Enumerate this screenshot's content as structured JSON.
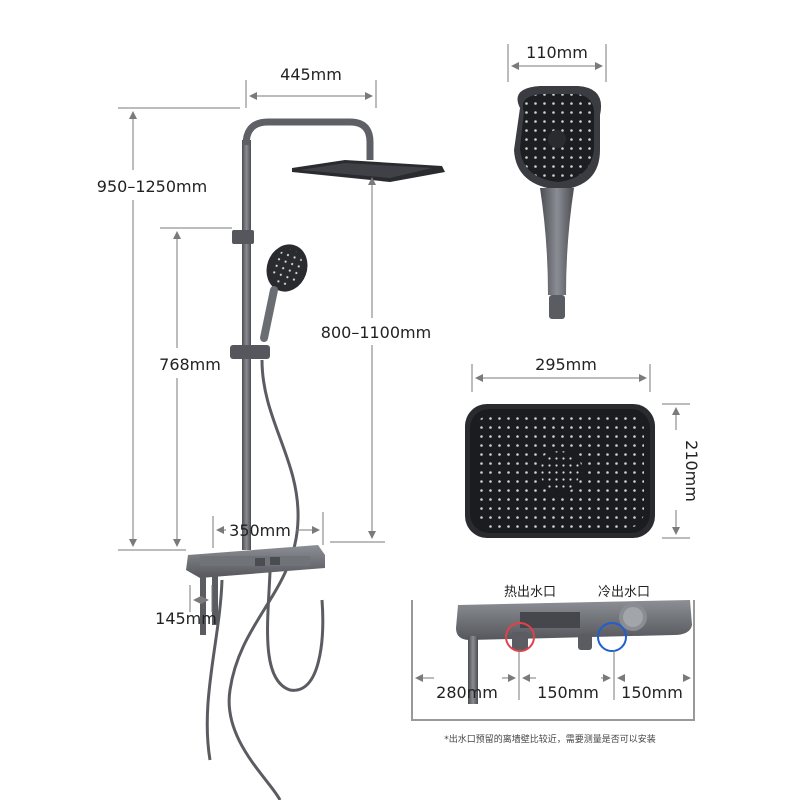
{
  "dimensions": {
    "overall_width": "445mm",
    "overall_height": "950–1250mm",
    "bar_height": "800–1100mm",
    "lower_height": "768mm",
    "shelf_width": "350mm",
    "outlet_to_wall": "145mm",
    "handheld_width": "110mm",
    "top_head_width": "295mm",
    "top_head_depth": "210mm",
    "inlet_left": "280mm",
    "inlet_spacing_1": "150mm",
    "inlet_spacing_2": "150mm"
  },
  "labels": {
    "hot_outlet": "热出水口",
    "cold_outlet": "冷出水口"
  },
  "note": "*出水口预留的离墙壁比较近，需要测量是否可以安装",
  "colors": {
    "metal": "#5e6066",
    "metal_dark": "#3c3d42",
    "head_face": "#1e1f22",
    "hot_ring": "#e0414b",
    "cold_ring": "#1f5fcf"
  }
}
